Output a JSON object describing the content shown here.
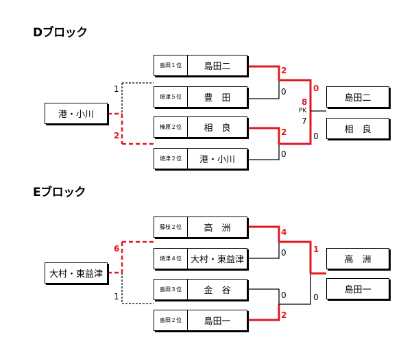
{
  "blocks": {
    "d": {
      "title": "Dブロック",
      "entries": [
        {
          "seed": "島田１位",
          "team": "島田二"
        },
        {
          "seed": "焼津５位",
          "team": "豊　田"
        },
        {
          "seed": "榛原２位",
          "team": "相　良"
        },
        {
          "seed": "焼津２位",
          "team": "港・小川"
        }
      ],
      "finalists": [
        "島田二",
        "相　良"
      ],
      "playoff_team": "港・小川",
      "scores": {
        "playoff_top": "1",
        "playoff_bottom": "2",
        "semi1_top": "2",
        "semi1_bottom": "0",
        "semi2_top": "2",
        "semi2_bottom": "0",
        "final_top": "0",
        "final_bottom": "0",
        "pk_top": "8",
        "pk_label": "PK",
        "pk_bottom": "7"
      }
    },
    "e": {
      "title": "Eブロック",
      "entries": [
        {
          "seed": "藤枝２位",
          "team": "高　洲"
        },
        {
          "seed": "焼津４位",
          "team": "大村・東益津"
        },
        {
          "seed": "島田３位",
          "team": "金　谷"
        },
        {
          "seed": "島田２位",
          "team": "島田一"
        }
      ],
      "finalists": [
        "高　洲",
        "島田一"
      ],
      "playoff_team": "大村・東益津",
      "scores": {
        "playoff_top": "6",
        "playoff_bottom": "1",
        "semi1_top": "4",
        "semi1_bottom": "0",
        "semi2_top": "0",
        "semi2_bottom": "2",
        "final_top": "1",
        "final_bottom": "0"
      }
    }
  },
  "colors": {
    "winner_line": "#e0191f",
    "line": "#000000"
  }
}
